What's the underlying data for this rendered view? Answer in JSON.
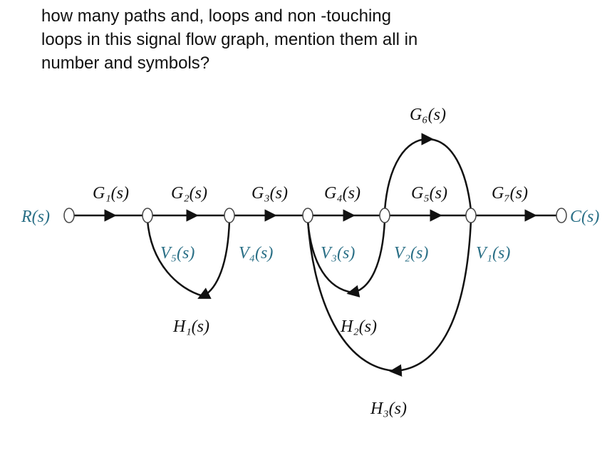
{
  "question": {
    "lines": [
      "how many paths and, loops and non -touching",
      "loops in this signal flow graph, mention them all in",
      "number and symbols?"
    ]
  },
  "graph": {
    "input": "R(s)",
    "output": "C(s)",
    "forward_gains": [
      "G₁(s)",
      "G₂(s)",
      "G₃(s)",
      "G₄(s)",
      "G₅(s)",
      "G₇(s)"
    ],
    "bypass_gain": "G₆(s)",
    "nodes": [
      "V₅(s)",
      "V₄(s)",
      "V₃(s)",
      "V₂(s)",
      "V₁(s)"
    ],
    "feedback": [
      "H₁(s)",
      "H₂(s)",
      "H₃(s)"
    ],
    "signal_color": "#2a6f86"
  }
}
